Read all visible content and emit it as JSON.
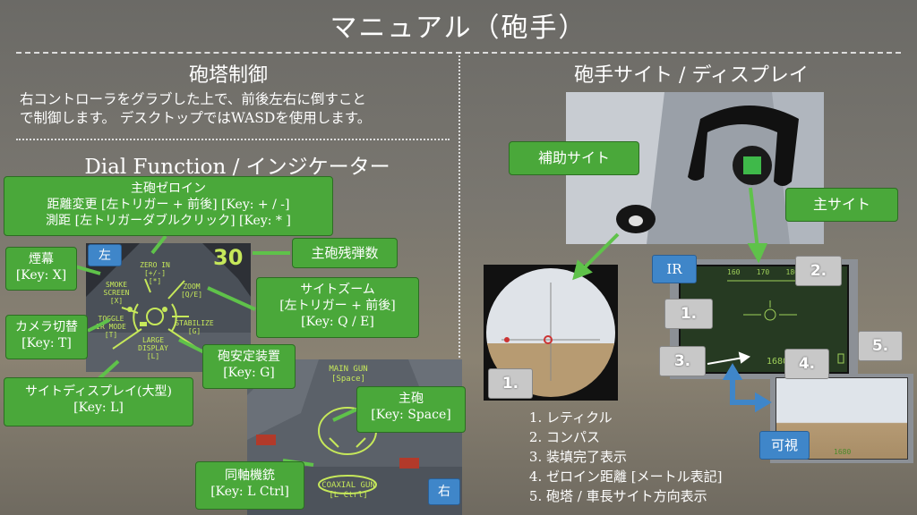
{
  "title": "マニュアル（砲手）",
  "left": {
    "turret_heading": "砲塔制御",
    "turret_desc": [
      "右コントローラをグラブした上で、前後左右に倒すこと",
      "で制御します。 デスクトップではWASDを使用します。"
    ],
    "dial_heading": "Dial Function / インジケーター",
    "left_badge": "左",
    "right_badge": "右",
    "ammo_count": "30",
    "callouts": {
      "zeroing": [
        "主砲ゼロイン",
        "距離変更 [左トリガー + 前後] [Key: + / -]",
        "測距 [左トリガーダブルクリック] [Key: * ]"
      ],
      "smoke": [
        "煙幕",
        "[Key: X]"
      ],
      "camera": [
        "カメラ切替",
        "[Key: T]"
      ],
      "display": [
        "サイトディスプレイ(大型)",
        "[Key: L]"
      ],
      "ammo": [
        "主砲残弾数"
      ],
      "zoom": [
        "サイトズーム",
        "[左トリガー + 前後]",
        "[Key: Q / E]"
      ],
      "stabilizer": [
        "砲安定装置",
        "[Key: G]"
      ],
      "main_gun": [
        "主砲",
        "[Key: Space]"
      ],
      "coax": [
        "同軸機銃",
        "[Key: L Ctrl]"
      ]
    },
    "dial_labels": {
      "zero_in": [
        "ZERO IN",
        "[+/-]",
        "[*]"
      ],
      "smoke": [
        "SMOKE",
        "SCREEN",
        "[X]"
      ],
      "zoom": [
        "ZOOM",
        "[Q/E]"
      ],
      "toggle": [
        "TOGGLE",
        "IR MODE",
        "[T]"
      ],
      "stabilize": [
        "STABILIZE",
        "[G]"
      ],
      "large": [
        "LARGE",
        "DISPLAY",
        "[L]"
      ],
      "main_gun": [
        "MAIN GUN",
        "[Space]"
      ],
      "coaxial": [
        "COAXIAL GUN",
        "[L Ctrl]"
      ]
    }
  },
  "right": {
    "heading": "砲手サイト / ディスプレイ",
    "aux_sight": "補助サイト",
    "main_sight": "主サイト",
    "ir_badge": "IR",
    "visible_badge": "可視",
    "markers": [
      "1.",
      "2.",
      "3.",
      "4.",
      "5."
    ],
    "compass_ticks": [
      "160",
      "170",
      "180"
    ],
    "range_readout": "1680",
    "legend": [
      "レティクル",
      "コンパス",
      "装填完了表示",
      "ゼロイン距離 [メートル表記]",
      "砲塔 / 車長サイト方向表示"
    ]
  }
}
